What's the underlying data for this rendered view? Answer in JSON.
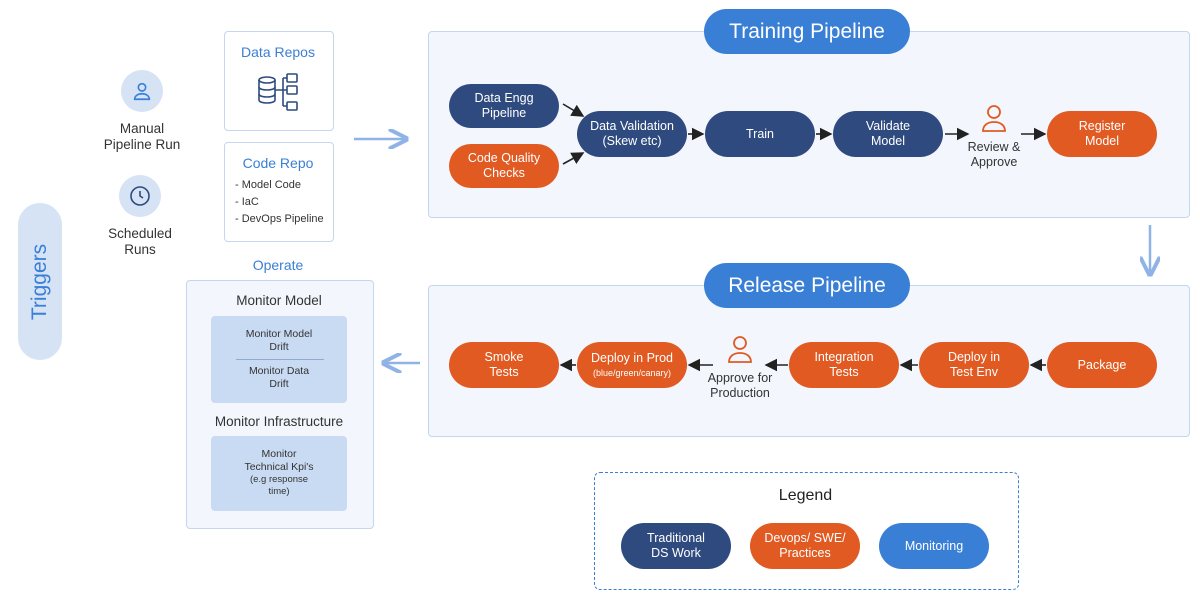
{
  "triggers": {
    "label": "Triggers",
    "manual": "Manual\nPipeline Run",
    "scheduled": "Scheduled\nRuns"
  },
  "data_repos": {
    "title": "Data Repos"
  },
  "code_repo": {
    "title": "Code Repo",
    "items": [
      "- Model Code",
      "- IaC",
      "- DevOps Pipeline"
    ]
  },
  "operate": {
    "title": "Operate",
    "monitor_model": "Monitor Model",
    "model_drift": "Monitor Model\nDrift",
    "data_drift": "Monitor Data\nDrift",
    "monitor_infra": "Monitor Infrastructure",
    "technical_kpis": "Monitor\nTechnical Kpi's",
    "technical_kpis_note": "(e.g response\ntime)"
  },
  "training": {
    "title": "Training Pipeline",
    "data_engg": "Data Engg\nPipeline",
    "code_quality": "Code Quality\nChecks",
    "data_validation": "Data Validation\n(Skew etc)",
    "train": "Train",
    "validate": "Validate\nModel",
    "review": "Review &\nApprove",
    "register": "Register\nModel"
  },
  "release": {
    "title": "Release Pipeline",
    "package": "Package",
    "deploy_test": "Deploy in\nTest Env",
    "integration": "Integration\nTests",
    "approve": "Approve for\nProduction",
    "deploy_prod": "Deploy in Prod",
    "deploy_prod_note": "(blue/green/canary)",
    "smoke": "Smoke\nTests"
  },
  "legend": {
    "title": "Legend",
    "traditional": "Traditional\nDS Work",
    "devops": "Devops/ SWE/\nPractices",
    "monitoring": "Monitoring"
  },
  "colors": {
    "navy": "#2e4a7e",
    "orange": "#e05a22",
    "blue": "#3a7fd6",
    "light_blue": "#d5e3f5",
    "panel": "#f3f7fd"
  }
}
